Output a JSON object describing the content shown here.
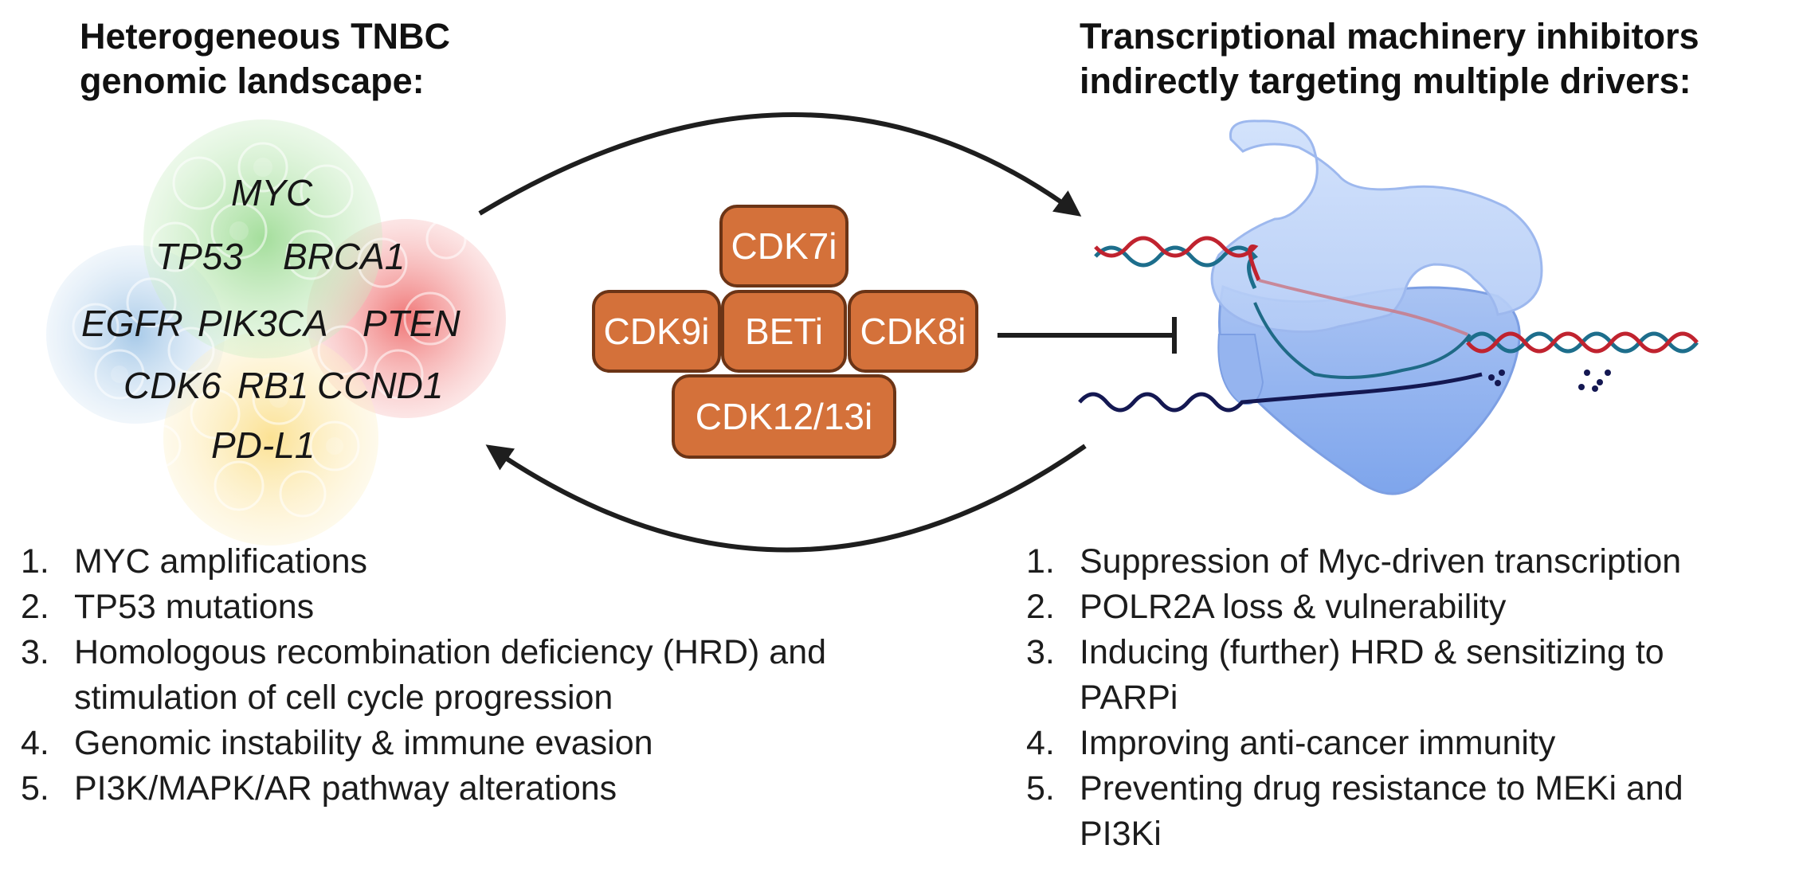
{
  "left_panel": {
    "heading_lines": [
      "Heterogeneous TNBC",
      "genomic landscape:"
    ],
    "genes": [
      "MYC",
      "TP53",
      "BRCA1",
      "EGFR",
      "PIK3CA",
      "PTEN",
      "CDK6",
      "RB1",
      "CCND1",
      "PD-L1"
    ],
    "list": [
      {
        "num": "1.",
        "text": "MYC amplifications"
      },
      {
        "num": "2.",
        "text": "TP53 mutations"
      },
      {
        "num": "3.",
        "text": "Homologous recombination deficiency (HRD) and stimulation of cell cycle progression"
      },
      {
        "num": "4.",
        "text": "Genomic instability & immune evasion"
      },
      {
        "num": "5.",
        "text": "PI3K/MAPK/AR pathway alterations"
      }
    ]
  },
  "center_panel": {
    "inhibitors": [
      "CDK7i",
      "CDK9i",
      "BETi",
      "CDK8i",
      "CDK12/13i"
    ],
    "box_color": "#d4713a",
    "box_border": "#6b3416"
  },
  "right_panel": {
    "heading_lines": [
      "Transcriptional machinery inhibitors",
      "indirectly targeting multiple drivers:"
    ],
    "list": [
      {
        "num": "1.",
        "text": "Suppression of Myc-driven transcription"
      },
      {
        "num": "2.",
        "text": "POLR2A loss & vulnerability"
      },
      {
        "num": "3.",
        "text": "Inducing (further) HRD & sensitizing to PARPi"
      },
      {
        "num": "4.",
        "text": "Improving anti-cancer immunity"
      },
      {
        "num": "5.",
        "text": "Preventing drug resistance to MEKi and PI3Ki"
      }
    ]
  }
}
